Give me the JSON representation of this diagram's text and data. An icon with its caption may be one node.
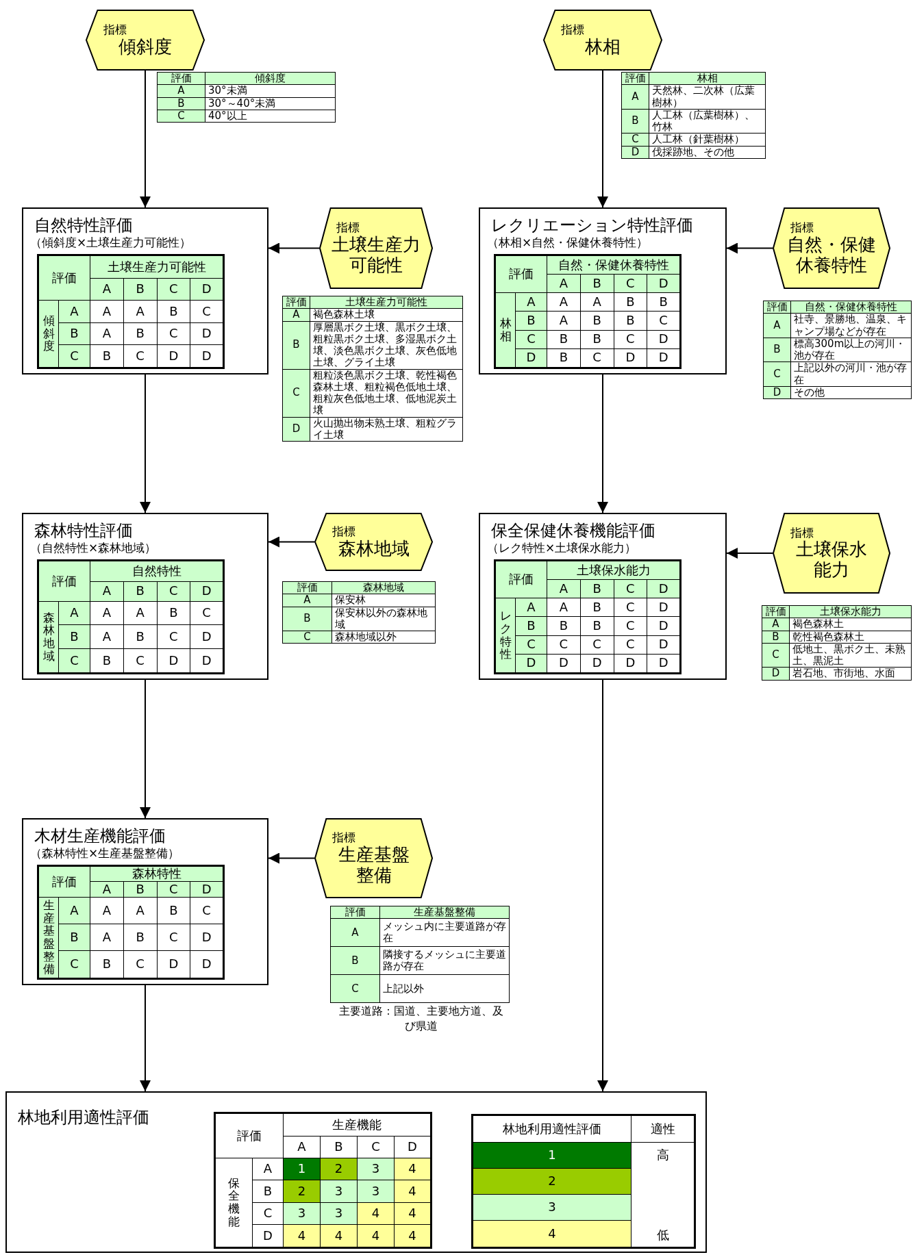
{
  "diagram": {
    "nodes": [
      {
        "text": [
          "指標",
          "傾斜度"
        ]
      },
      {
        "text": [
          "指標",
          "林相"
        ]
      },
      {
        "text": [
          "自然特性評価",
          "（傾斜度×土壌生産力可能性）"
        ]
      },
      {
        "text": [
          "指標",
          "土壌生産力可能性"
        ]
      },
      {
        "text": [
          "レクリエーション特性評価",
          "（林相×自然・保健休養特性）"
        ]
      },
      {
        "text": [
          "指標",
          "自然・保健休養特性"
        ]
      },
      {
        "text": [
          "森林特性評価",
          "（自然特性×森林地域）"
        ]
      },
      {
        "text": [
          "指標",
          "森林地域"
        ]
      },
      {
        "text": [
          "保全保健休養機能評価",
          "（レク特性×土壌保水能力）"
        ]
      },
      {
        "text": [
          "指標",
          "土壌保水能力"
        ]
      },
      {
        "text": [
          "木材生産機能評価",
          "（森林特性×生産基盤整備）"
        ]
      },
      {
        "text": [
          "指標",
          "生産基盤整備"
        ]
      },
      {
        "text": [
          "林地利用適性評価"
        ]
      }
    ],
    "edges": [
      {
        "from": 0,
        "to": 2,
        "arrow": "to"
      },
      {
        "from": 1,
        "to": 4,
        "arrow": "to"
      },
      {
        "from": 3,
        "to": 2,
        "arrow": "to"
      },
      {
        "from": 5,
        "to": 4,
        "arrow": "to"
      },
      {
        "from": 2,
        "to": 6,
        "arrow": "to"
      },
      {
        "from": 7,
        "to": 6,
        "arrow": "to"
      },
      {
        "from": 4,
        "to": 8,
        "arrow": "to"
      },
      {
        "from": 9,
        "to": 8,
        "arrow": "to"
      },
      {
        "from": 6,
        "to": 10,
        "arrow": "to"
      },
      {
        "from": 11,
        "to": 10,
        "arrow": "to"
      },
      {
        "from": 10,
        "to": 12,
        "arrow": "to"
      },
      {
        "from": 8,
        "to": 12,
        "arrow": "to"
      }
    ],
    "labels": [
      "評価",
      "傾斜度",
      "A",
      "30°未満",
      "B",
      "30°～40°未満",
      "C",
      "40°以上",
      "評価",
      "林相",
      "A",
      "天然林、二次林（広葉樹林）",
      "B",
      "人工林（広葉樹林）、竹林",
      "C",
      "人工林（針葉樹林）",
      "D",
      "伐採跡地、その他",
      "評価",
      "土壌生産力可能性",
      "A",
      "B",
      "C",
      "D",
      "傾斜度",
      "A",
      "A",
      "A",
      "B",
      "C",
      "B",
      "A",
      "B",
      "C",
      "D",
      "C",
      "B",
      "C",
      "D",
      "D",
      "評価",
      "土壌生産力可能性",
      "A",
      "褐色森林土壌",
      "B",
      "厚層黒ボク土壌、黒ボク土壌、粗粒黒ボク土壌、多湿黒ボク土壌、淡色黒ボク土壌、灰色低地土壌、グライ土壌",
      "C",
      "粗粒淡色黒ボク土壌、乾性褐色森林土壌、粗粒褐色低地土壌、粗粒灰色低地土壌、低地泥炭土壌",
      "D",
      "火山抛出物未熟土壌、粗粒グライ土壌",
      "評価",
      "自然・保健休養特性",
      "A",
      "B",
      "C",
      "D",
      "林相",
      "A",
      "A",
      "A",
      "B",
      "B",
      "B",
      "A",
      "B",
      "B",
      "C",
      "C",
      "B",
      "B",
      "C",
      "D",
      "D",
      "B",
      "C",
      "D",
      "D",
      "評価",
      "自然・保健休養特性",
      "A",
      "社寺、景勝地、温泉、キャンプ場などが存在",
      "B",
      "標高300m以上の河川・池が存在",
      "C",
      "上記以外の河川・池が存在",
      "D",
      "その他",
      "評価",
      "自然特性",
      "A",
      "B",
      "C",
      "D",
      "森林地域",
      "A",
      "A",
      "A",
      "B",
      "C",
      "B",
      "A",
      "B",
      "C",
      "D",
      "C",
      "B",
      "C",
      "D",
      "D",
      "評価",
      "森林地域",
      "A",
      "保安林",
      "B",
      "保安林以外の森林地域",
      "C",
      "森林地域以外",
      "評価",
      "土壌保水能力",
      "A",
      "B",
      "C",
      "D",
      "レク特性",
      "A",
      "A",
      "B",
      "C",
      "D",
      "B",
      "B",
      "B",
      "C",
      "D",
      "C",
      "C",
      "C",
      "C",
      "D",
      "D",
      "D",
      "D",
      "D",
      "D",
      "評価",
      "土壌保水能力",
      "A",
      "褐色森林土",
      "B",
      "乾性褐色森林土",
      "C",
      "低地土、黒ボク土、未熟土、黒泥土",
      "D",
      "岩石地、市街地、水面",
      "評価",
      "森林特性",
      "A",
      "B",
      "C",
      "D",
      "生産基盤整備",
      "A",
      "A",
      "A",
      "B",
      "C",
      "B",
      "A",
      "B",
      "C",
      "D",
      "C",
      "B",
      "C",
      "D",
      "D",
      "評価",
      "生産基盤整備",
      "A",
      "メッシュ内に主要道路が存在",
      "B",
      "隣接するメッシュに主要道路が存在",
      "C",
      "上記以外",
      "主要道路：国道、主要地方道、及び県道",
      "評価",
      "生産機能",
      "A",
      "B",
      "C",
      "D",
      "保全機能",
      "A",
      "1",
      "2",
      "3",
      "4",
      "B",
      "2",
      "3",
      "3",
      "4",
      "C",
      "3",
      "3",
      "4",
      "4",
      "D",
      "4",
      "4",
      "4",
      "4",
      "林地利用適性評価",
      "適性",
      "高",
      "低"
    ],
    "legend": [
      {
        "text": "1",
        "color": "#007a00"
      },
      {
        "text": "2",
        "color": "#99cc00"
      },
      {
        "text": "3",
        "color": "#ccffcc"
      },
      {
        "text": "4",
        "color": "#ffff99"
      }
    ]
  }
}
